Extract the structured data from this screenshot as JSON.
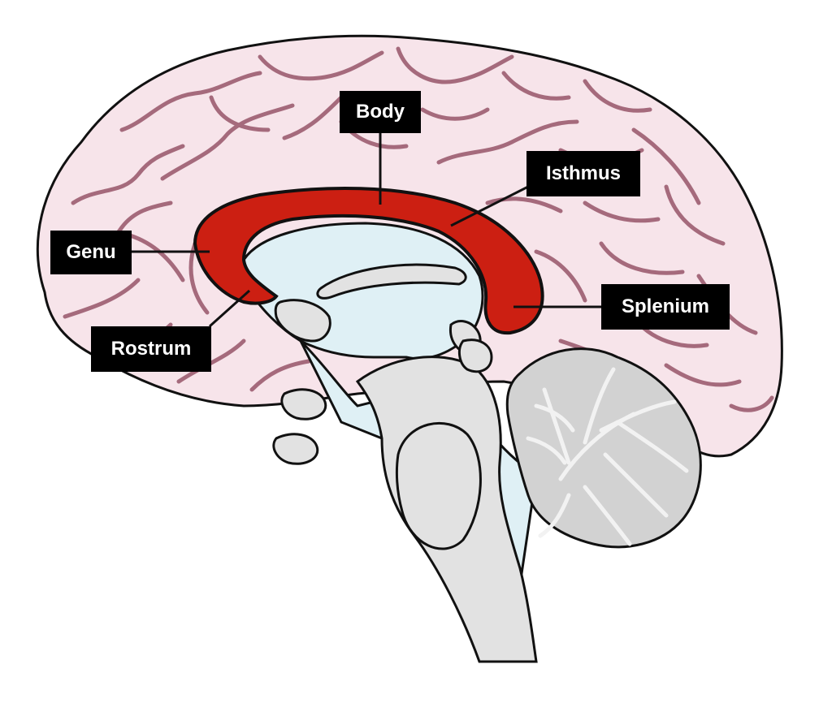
{
  "labels": {
    "body": "Body",
    "isthmus": "Isthmus",
    "genu": "Genu",
    "rostrum": "Rostrum",
    "splenium": "Splenium"
  },
  "colors": {
    "corpus_callosum": "#cc1f12",
    "cerebrum": "#f7e4ea",
    "sulci": "#a56a7c",
    "ventricle": "#dff0f5",
    "brainstem": "#e2e2e2",
    "cerebellum": "#d2d2d2",
    "cerebellum_folia": "#f2f2f2",
    "outline": "#111111",
    "label_background": "#000000",
    "label_text": "#ffffff"
  }
}
